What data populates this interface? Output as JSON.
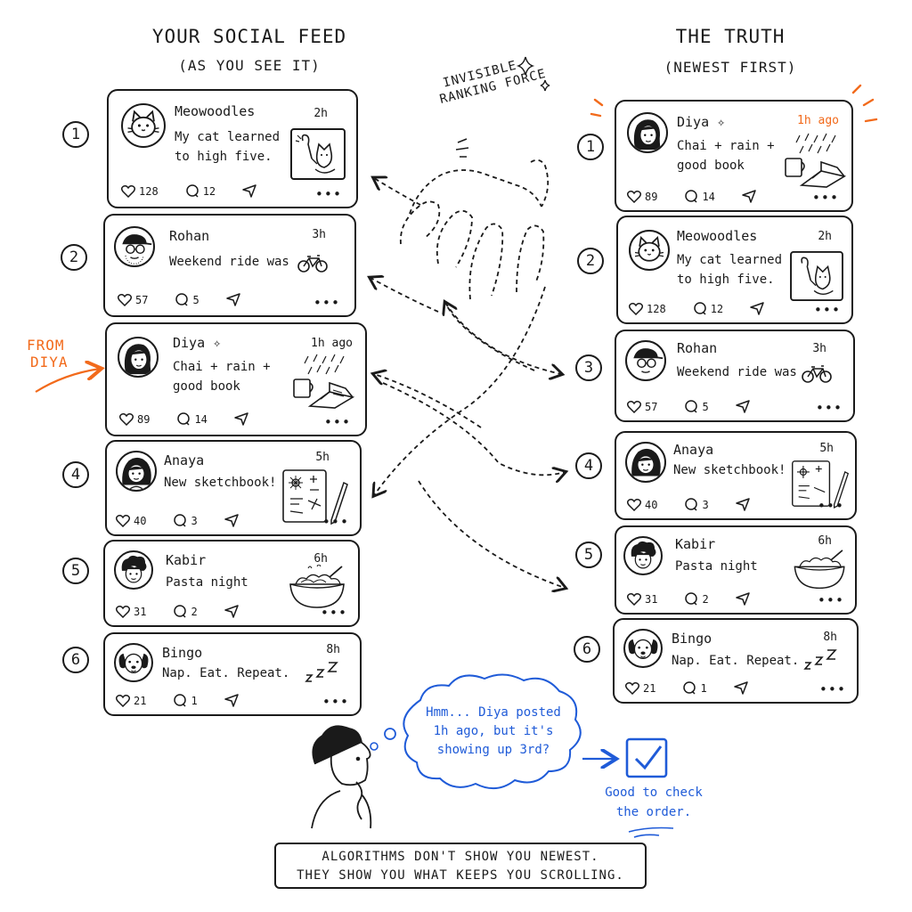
{
  "left": {
    "title": "YOUR SOCIAL FEED",
    "subtitle": "(AS YOU SEE IT)",
    "posts": [
      {
        "rank": "1",
        "user": "Meowoodles",
        "text1": "My cat learned",
        "text2": "to high five.",
        "time": "2h",
        "likes": "128",
        "comments": "12",
        "avatar": "cat-avatar",
        "thumb": "cat-high-five-image"
      },
      {
        "rank": "2",
        "user": "Rohan",
        "text1": "Weekend ride was",
        "text2": "",
        "time": "3h",
        "likes": "57",
        "comments": "5",
        "avatar": "cap-glasses-avatar",
        "thumb": "bicycle-icon"
      },
      {
        "rank": "3",
        "user": "Diya",
        "text1": "Chai + rain +",
        "text2": "good book",
        "time": "1h ago",
        "likes": "89",
        "comments": "14",
        "avatar": "woman-avatar",
        "thumb": "chai-book-image"
      },
      {
        "rank": "4",
        "user": "Anaya",
        "text1": "New sketchbook!",
        "text2": "",
        "time": "5h",
        "likes": "40",
        "comments": "3",
        "avatar": "girl-avatar",
        "thumb": "sketchbook-image"
      },
      {
        "rank": "5",
        "user": "Kabir",
        "text1": "Pasta night",
        "text2": "",
        "time": "6h",
        "likes": "31",
        "comments": "2",
        "avatar": "curly-hair-avatar",
        "thumb": "pasta-bowl-image"
      },
      {
        "rank": "6",
        "user": "Bingo",
        "text1": "Nap. Eat. Repeat.",
        "text2": "",
        "time": "8h",
        "likes": "21",
        "comments": "1",
        "avatar": "dog-avatar",
        "thumb": "zzz-icon"
      }
    ]
  },
  "right": {
    "title": "THE TRUTH",
    "subtitle": "(NEWEST FIRST)",
    "posts": [
      {
        "rank": "1",
        "user": "Diya",
        "text1": "Chai + rain +",
        "text2": "good book",
        "time": "1h ago",
        "likes": "89",
        "comments": "14"
      },
      {
        "rank": "2",
        "user": "Meowoodles",
        "text1": "My cat learned",
        "text2": "to high five.",
        "time": "2h",
        "likes": "128",
        "comments": "12"
      },
      {
        "rank": "3",
        "user": "Rohan",
        "text1": "Weekend ride was",
        "text2": "",
        "time": "3h",
        "likes": "57",
        "comments": "5"
      },
      {
        "rank": "4",
        "user": "Anaya",
        "text1": "New sketchbook!",
        "text2": "",
        "time": "5h",
        "likes": "40",
        "comments": "3"
      },
      {
        "rank": "5",
        "user": "Kabir",
        "text1": "Pasta night",
        "text2": "",
        "time": "6h",
        "likes": "31",
        "comments": "2"
      },
      {
        "rank": "6",
        "user": "Bingo",
        "text1": "Nap. Eat. Repeat.",
        "text2": "",
        "time": "8h",
        "likes": "21",
        "comments": "1"
      }
    ]
  },
  "annotations": {
    "from_diya_1": "FROM",
    "from_diya_2": "DIYA",
    "ranking_force_1": "INVISIBLE",
    "ranking_force_2": "RANKING FORCE",
    "thought_1": "Hmm... Diya posted",
    "thought_2": "1h ago, but it's",
    "thought_3": "showing up 3rd?",
    "note_1": "Good to check",
    "note_2": "the order.",
    "banner_1": "ALGORITHMS DON'T SHOW YOU NEWEST.",
    "banner_2": "THEY SHOW YOU WHAT KEEPS YOU SCROLLING."
  },
  "colors": {
    "ink": "#1a1a1a",
    "orange": "#f26a1b",
    "blue": "#1f5bd8"
  },
  "icons": [
    "heart-icon",
    "comment-icon",
    "share-icon",
    "more-dots-icon",
    "sparkle-icon",
    "hand-icon",
    "checkbox-icon",
    "thinking-person"
  ]
}
